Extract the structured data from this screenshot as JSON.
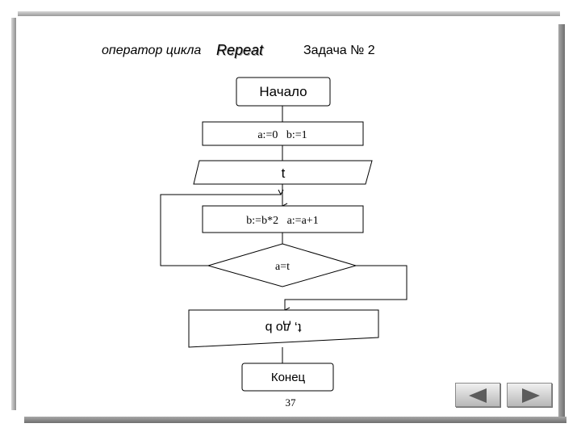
{
  "header": {
    "subtitle": "оператор цикла",
    "keyword": "Repeat",
    "task": "Задача № 2"
  },
  "flowchart": {
    "start": "Начало",
    "init": "a:=0   b:=1",
    "input": "t",
    "body": "b:=b*2   a:=a+1",
    "condition": "a=t",
    "output": "t, до b",
    "end": "Конец"
  },
  "slide": {
    "number": "37"
  },
  "nav": {
    "prev_icon": "triangle-left-icon",
    "next_icon": "triangle-right-icon",
    "icon_color": "#5c5c5c"
  }
}
